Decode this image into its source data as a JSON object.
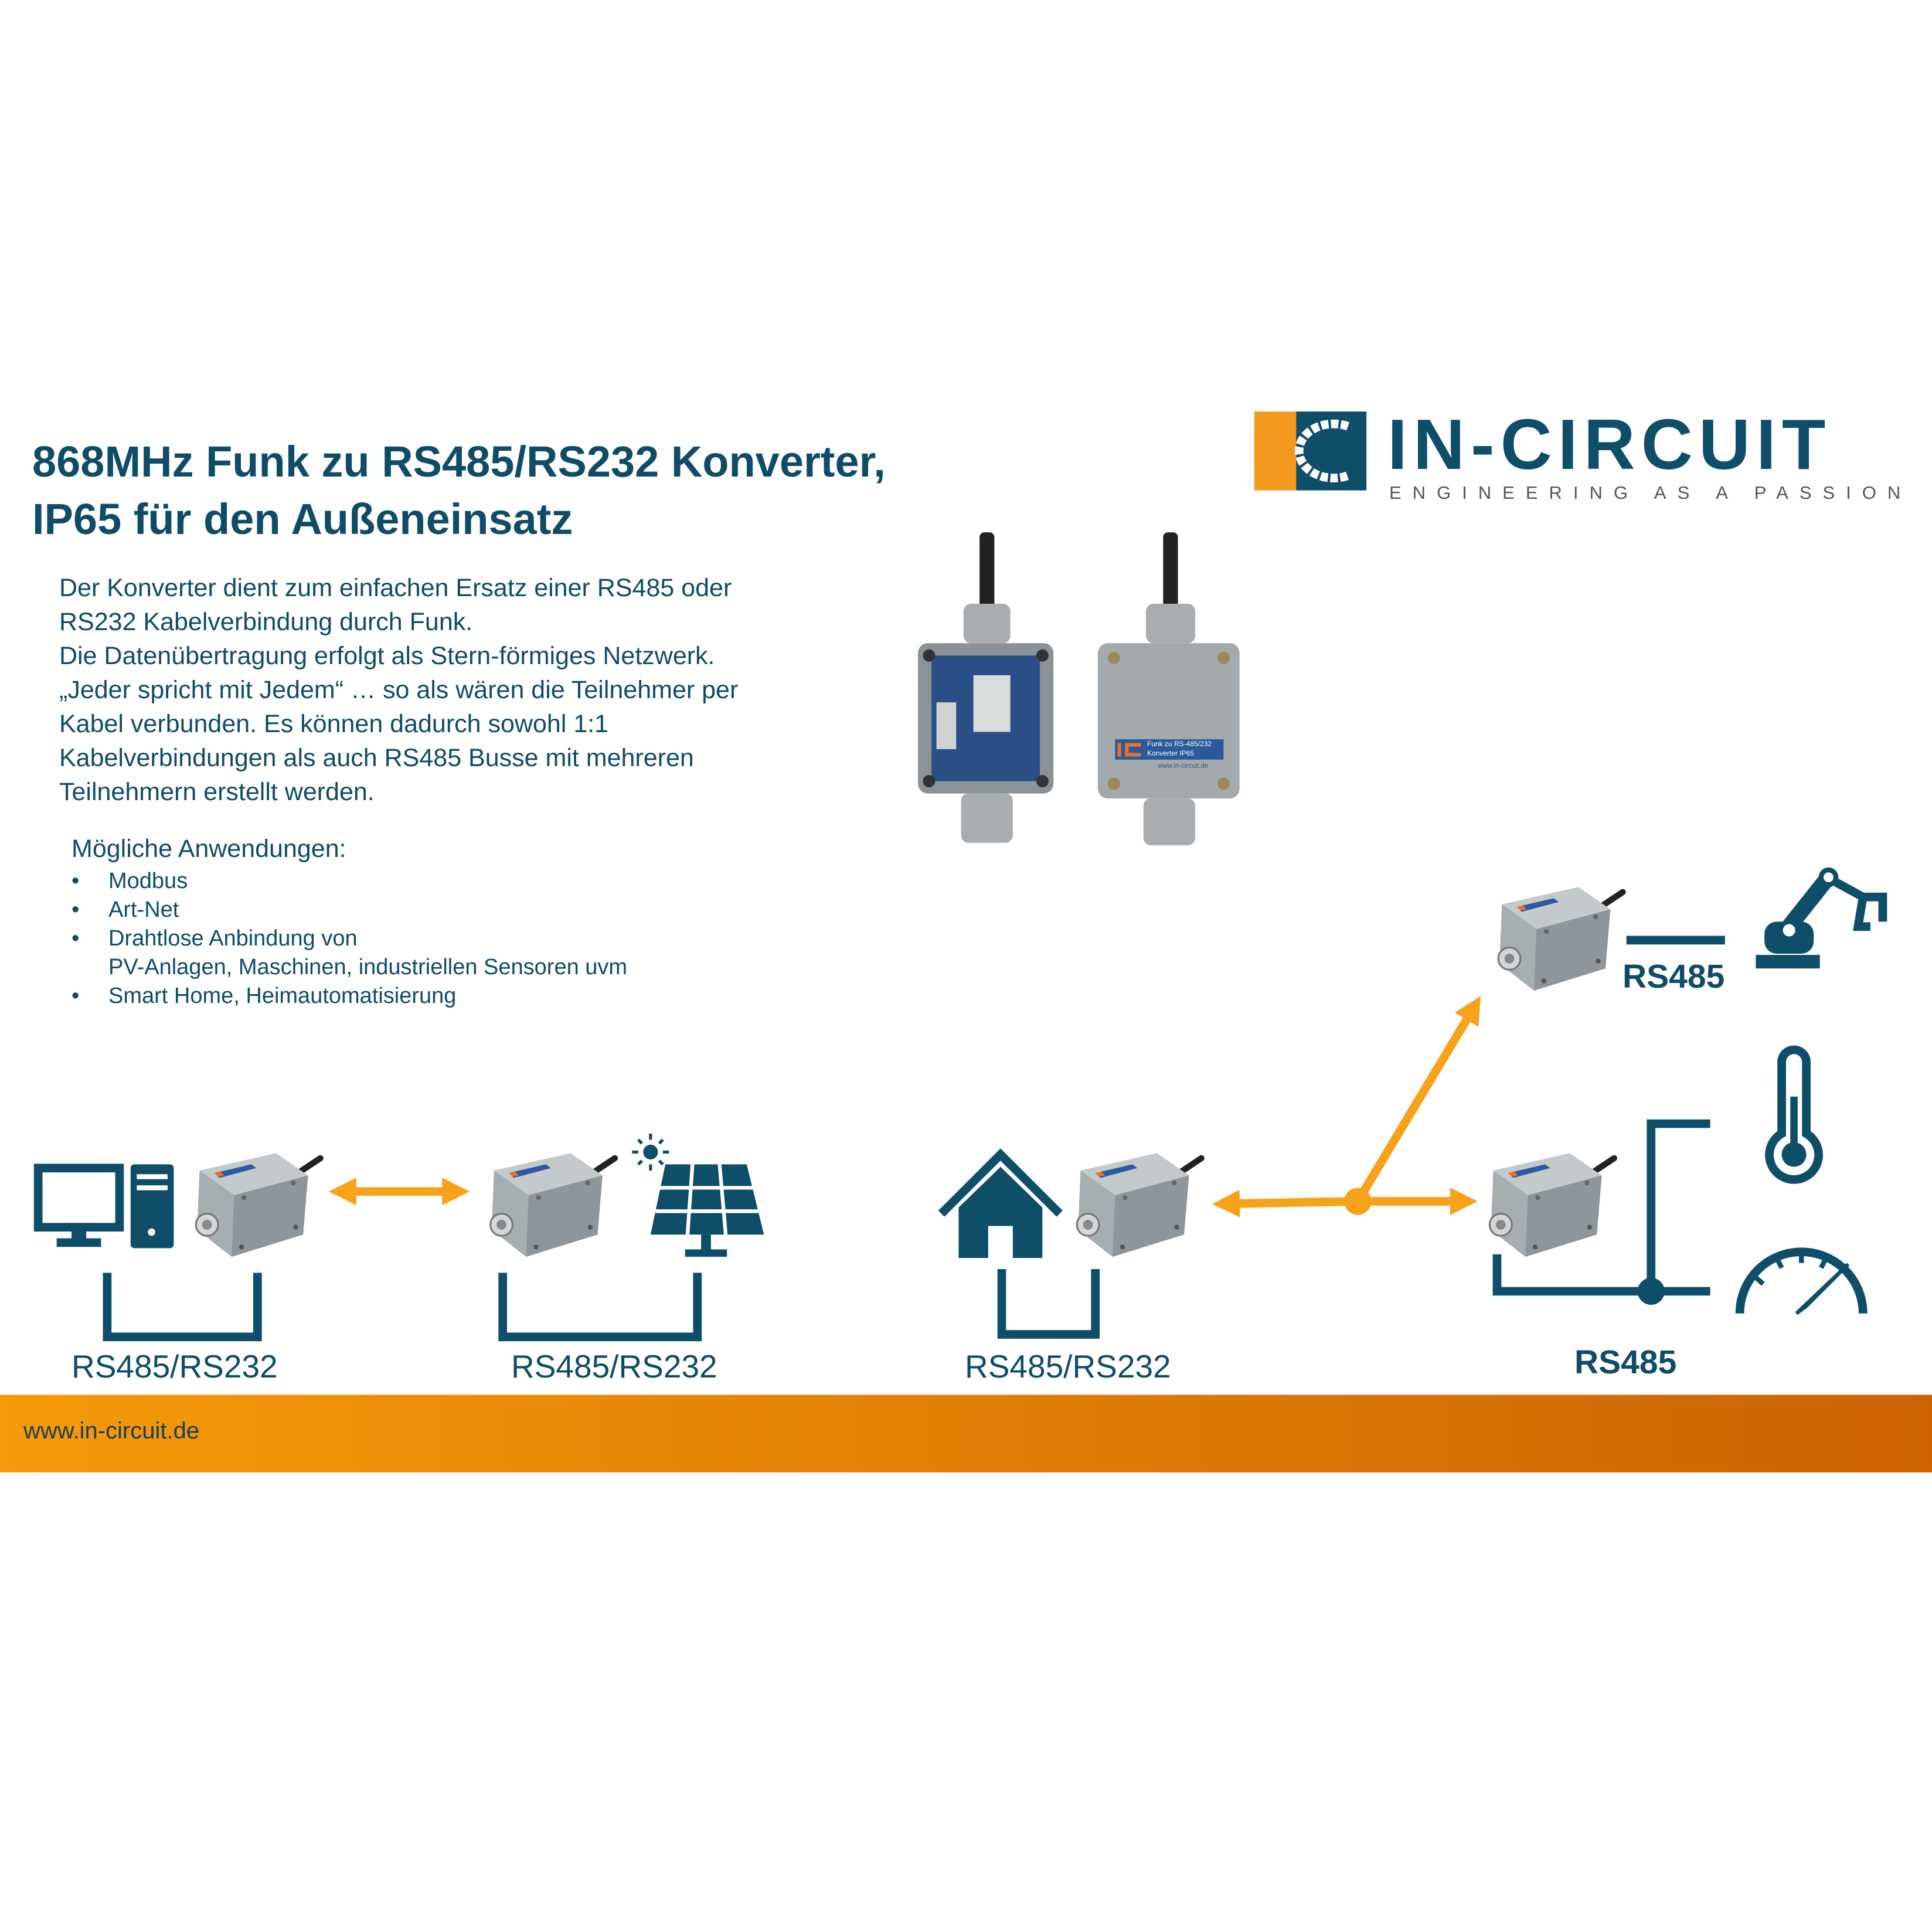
{
  "title": {
    "line1": "868MHz Funk zu RS485/RS232 Konverter,",
    "line2": "IP65 für den Außeneinsatz"
  },
  "description": [
    "Der Konverter dient zum einfachen Ersatz einer RS485 oder",
    "RS232 Kabelverbindung durch Funk.",
    "Die Datenübertragung erfolgt als Stern-förmiges Netzwerk.",
    "„Jeder spricht mit Jedem“ … so als wären die Teilnehmer per",
    "Kabel verbunden. Es können dadurch sowohl 1:1",
    "Kabelverbindungen als auch RS485 Busse mit mehreren",
    "Teilnehmern erstellt werden."
  ],
  "applications": {
    "heading": "Mögliche Anwendungen:",
    "items": [
      "Modbus",
      "Art-Net",
      "Drahtlose Anbindung von",
      "PV-Anlagen, Maschinen, industriellen Sensoren uvm",
      "Smart Home, Heimautomatisierung"
    ],
    "bullet": "•"
  },
  "logo": {
    "name": "IN-CIRCUIT",
    "tagline": "ENGINEERING AS A PASSION"
  },
  "product_label": {
    "line1": "Funk zu RS-485/232",
    "line2": "Konverter IP65",
    "url": "www.in-circuit.de"
  },
  "diagram": {
    "labels": [
      "RS485/RS232",
      "RS485/RS232",
      "RS485/RS232"
    ],
    "bus_top": "RS485",
    "bus_bottom": "RS485"
  },
  "footer": {
    "url": "www.in-circuit.de"
  },
  "colors": {
    "teal": "#0e4e69",
    "orange": "#f7a21b",
    "footer_start": "#f59a0a",
    "footer_end": "#cc6300"
  }
}
